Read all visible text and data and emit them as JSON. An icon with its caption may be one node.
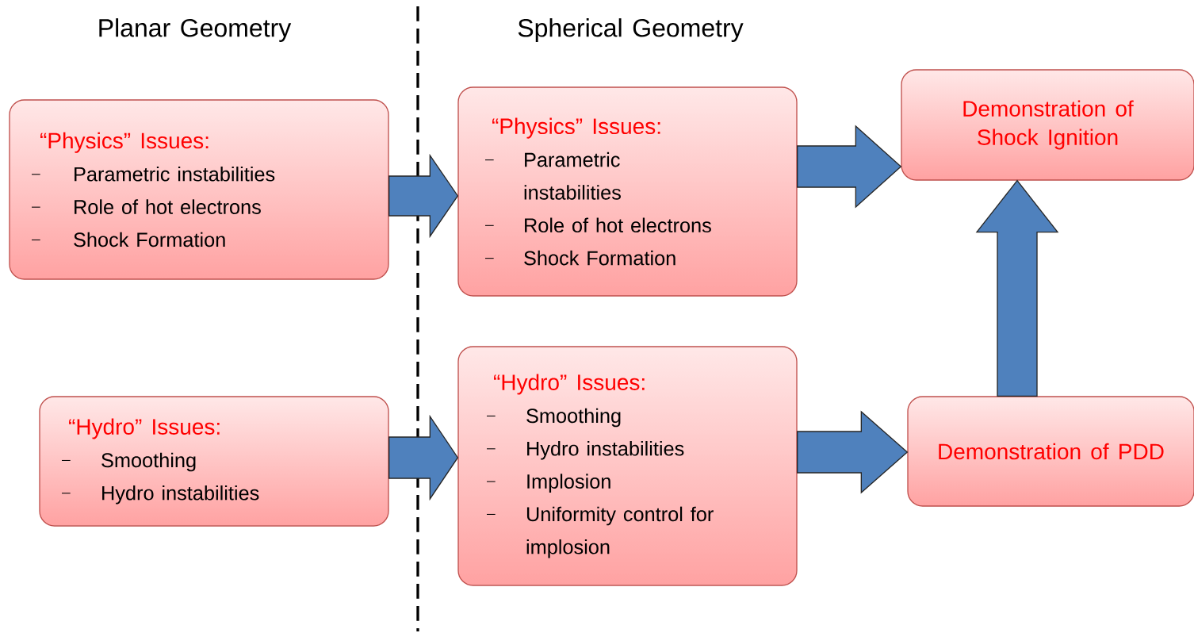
{
  "diagram": {
    "nodes": [
      {
        "text": [
          "“Physics” Issues:",
          "Parametric instabilities",
          "Role of hot electrons",
          "Shock Formation"
        ]
      },
      {
        "text": [
          "“Hydro” Issues:",
          "Smoothing",
          "Hydro instabilities"
        ]
      },
      {
        "text": [
          "“Physics” Issues:",
          "Parametric instabilities",
          "Role of hot electrons",
          "Shock Formation"
        ]
      },
      {
        "text": [
          "“Hydro” Issues:",
          "Smoothing",
          "Hydro instabilities",
          "Implosion",
          "Uniformity control for implosion"
        ]
      },
      {
        "text": [
          "Demonstration of Shock Ignition"
        ]
      },
      {
        "text": [
          "Demonstration of PDD"
        ]
      }
    ],
    "edges": [
      {
        "from": 0,
        "to": 2,
        "arrow": "to"
      },
      {
        "from": 1,
        "to": 3,
        "arrow": "to"
      },
      {
        "from": 2,
        "to": 4,
        "arrow": "to"
      },
      {
        "from": 3,
        "to": 5,
        "arrow": "to"
      },
      {
        "from": 5,
        "to": 4,
        "arrow": "to"
      }
    ],
    "labels": [
      "Planar Geometry",
      "Spherical Geometry"
    ]
  }
}
